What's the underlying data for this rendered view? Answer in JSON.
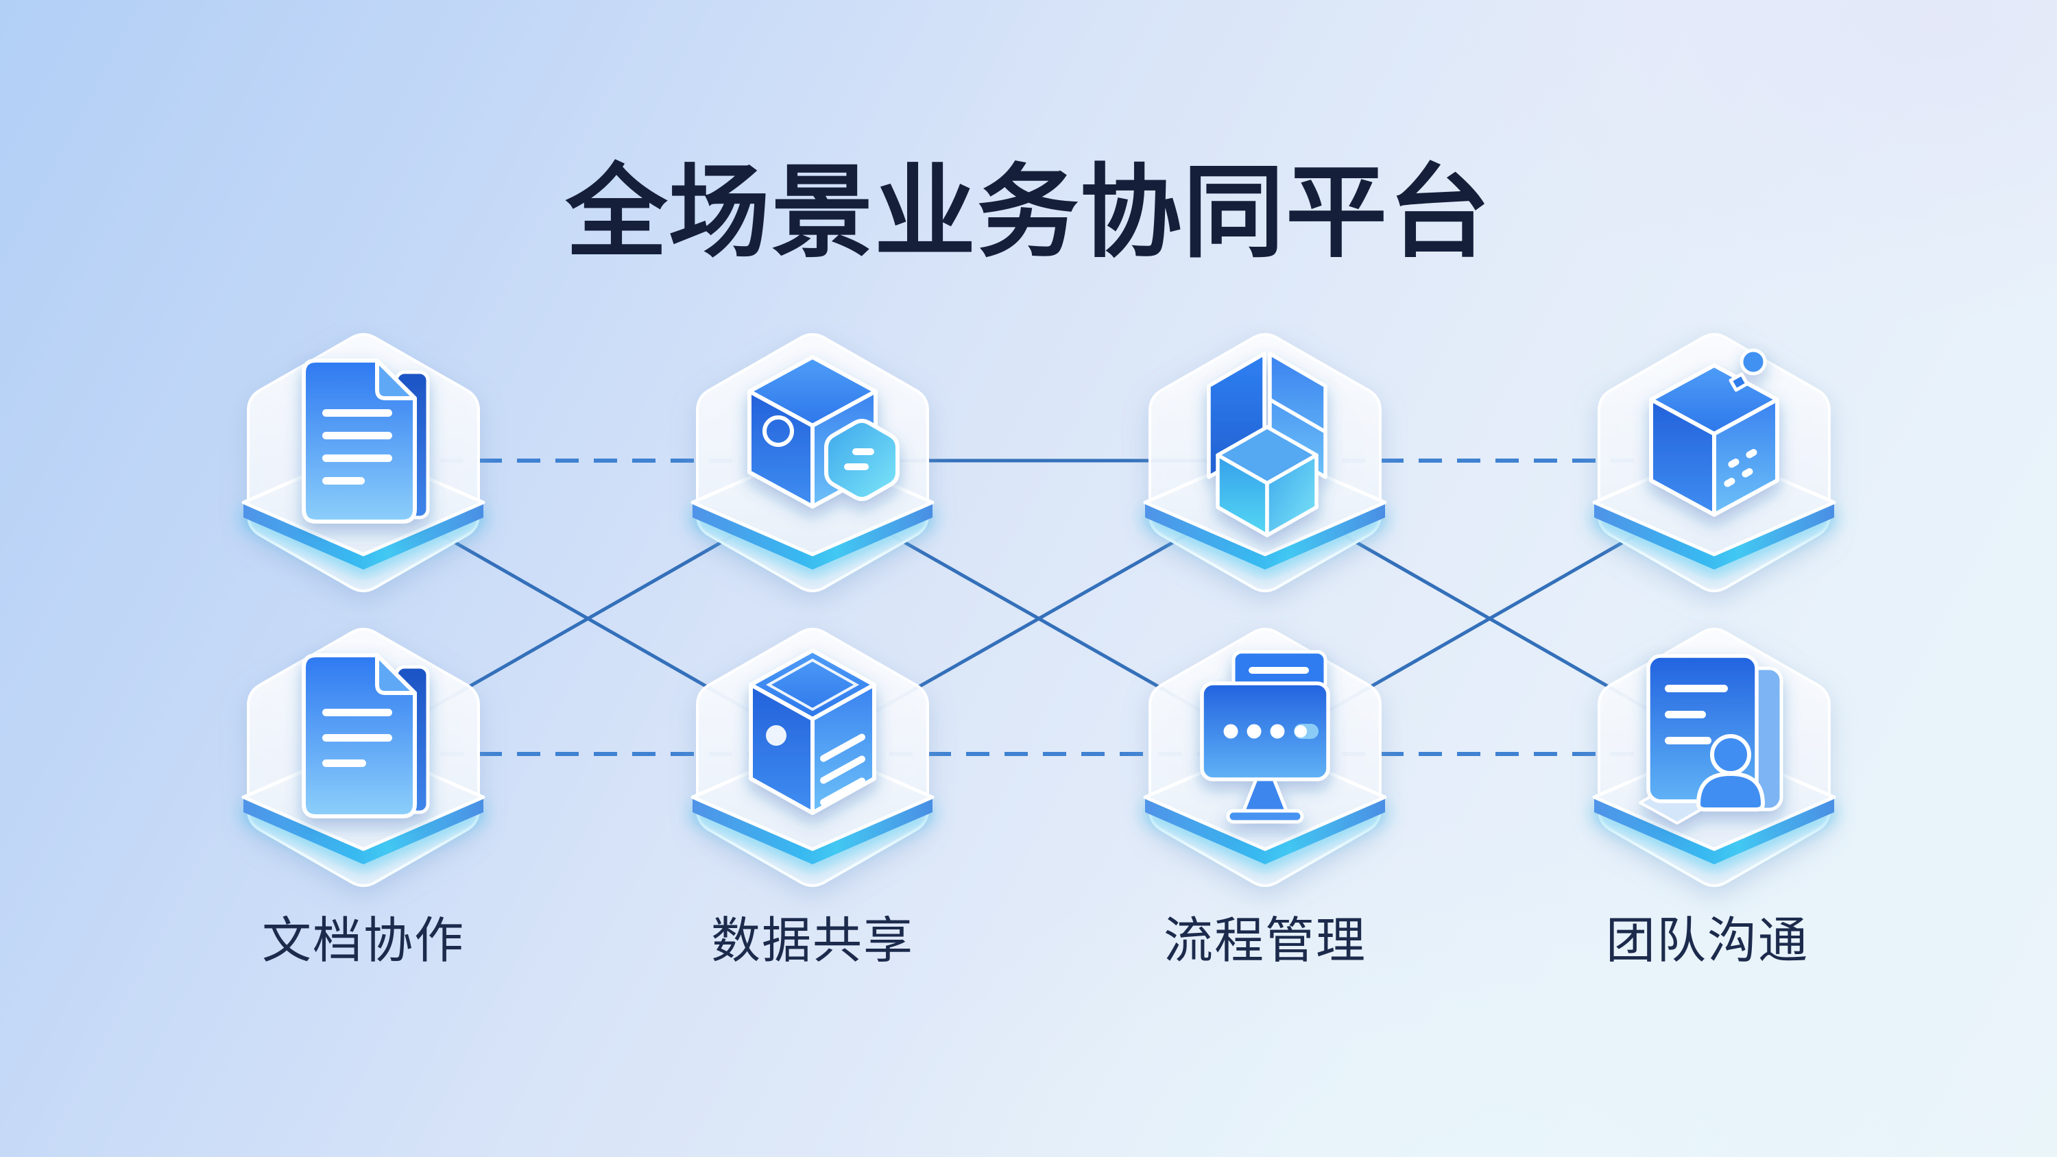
{
  "title": "全场景业务协同平台",
  "columns": [
    {
      "label": "文档协作",
      "top_icon": "document-icon",
      "bottom_icon": "document-icon"
    },
    {
      "label": "数据共享",
      "top_icon": "cube-message-icon",
      "bottom_icon": "cube-document-icon"
    },
    {
      "label": "流程管理",
      "top_icon": "open-box-icon",
      "bottom_icon": "monitor-icon"
    },
    {
      "label": "团队沟通",
      "top_icon": "cube-pin-icon",
      "bottom_icon": "board-person-icon"
    }
  ],
  "connections": {
    "top_row": [
      {
        "between": [
          "文档协作",
          "数据共享"
        ],
        "style": "dashed"
      },
      {
        "between": [
          "数据共享",
          "流程管理"
        ],
        "style": "solid"
      },
      {
        "between": [
          "流程管理",
          "团队沟通"
        ],
        "style": "dashed"
      }
    ],
    "bottom_row": [
      {
        "between": [
          "文档协作",
          "数据共享"
        ],
        "style": "dashed"
      },
      {
        "between": [
          "数据共享",
          "流程管理"
        ],
        "style": "dashed"
      },
      {
        "between": [
          "流程管理",
          "团队沟通"
        ],
        "style": "dashed"
      }
    ],
    "diagonals": [
      {
        "from": "top-1",
        "to": "bottom-2",
        "style": "solid"
      },
      {
        "from": "bottom-1",
        "to": "top-2",
        "style": "solid"
      },
      {
        "from": "top-2",
        "to": "bottom-3",
        "style": "solid"
      },
      {
        "from": "bottom-2",
        "to": "top-3",
        "style": "solid"
      },
      {
        "from": "top-3",
        "to": "bottom-4",
        "style": "solid"
      },
      {
        "from": "bottom-3",
        "to": "top-4",
        "style": "solid"
      }
    ]
  },
  "colors": {
    "title_text": "#161f3a",
    "label_text": "#1c2a4c",
    "line_solid": "#3470ba",
    "line_dashed": "#3f82d2",
    "icon_blue_dark": "#2361da",
    "icon_blue": "#2e79f1",
    "icon_blue_light": "#6cc0f8",
    "icon_cyan": "#7ce6f8",
    "platform_glow": "#2fc0f0",
    "background_top_left": "#b2cff6",
    "background_bottom_right": "#eaf5fa"
  }
}
